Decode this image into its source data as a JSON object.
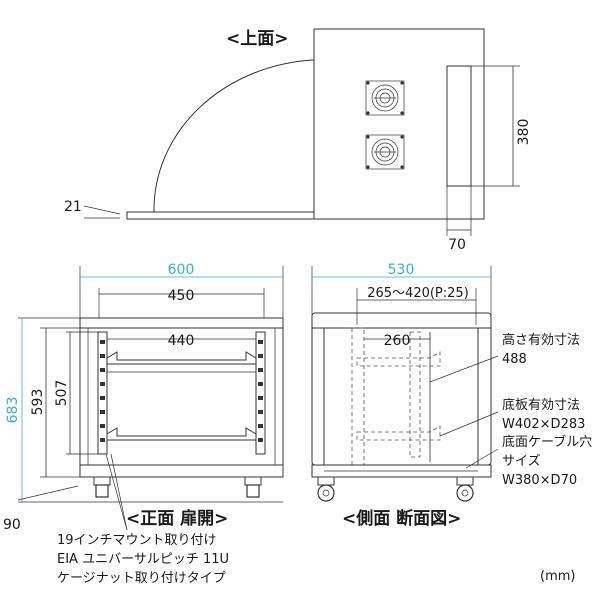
{
  "views": {
    "top": {
      "label": "<上面>",
      "dim_380": "380",
      "dim_70": "70",
      "dim_21": "21"
    },
    "front": {
      "label": "<正面 扉開>",
      "dim_600": "600",
      "dim_450": "450",
      "dim_440": "440",
      "dim_683": "683",
      "dim_593": "593",
      "dim_507": "507",
      "dim_90": "90"
    },
    "side": {
      "label": "<側面 断面図>",
      "dim_530": "530",
      "dim_range": "265～420(P:25)",
      "dim_260": "260"
    }
  },
  "notes": {
    "rack": [
      "19インチマウント取り付け",
      "EIA ユニバーサルピッチ 11U",
      "ケージナット取り付けタイプ"
    ],
    "height": [
      "高さ有効寸法",
      "488"
    ],
    "shelf": [
      "底板有効寸法",
      "W402×D283"
    ],
    "cable": [
      "底面ケーブル穴",
      "サイズ",
      "W380×D70"
    ]
  },
  "unit": "(mm)",
  "colors": {
    "line": "#333333",
    "accent": "#3ab0c8"
  }
}
